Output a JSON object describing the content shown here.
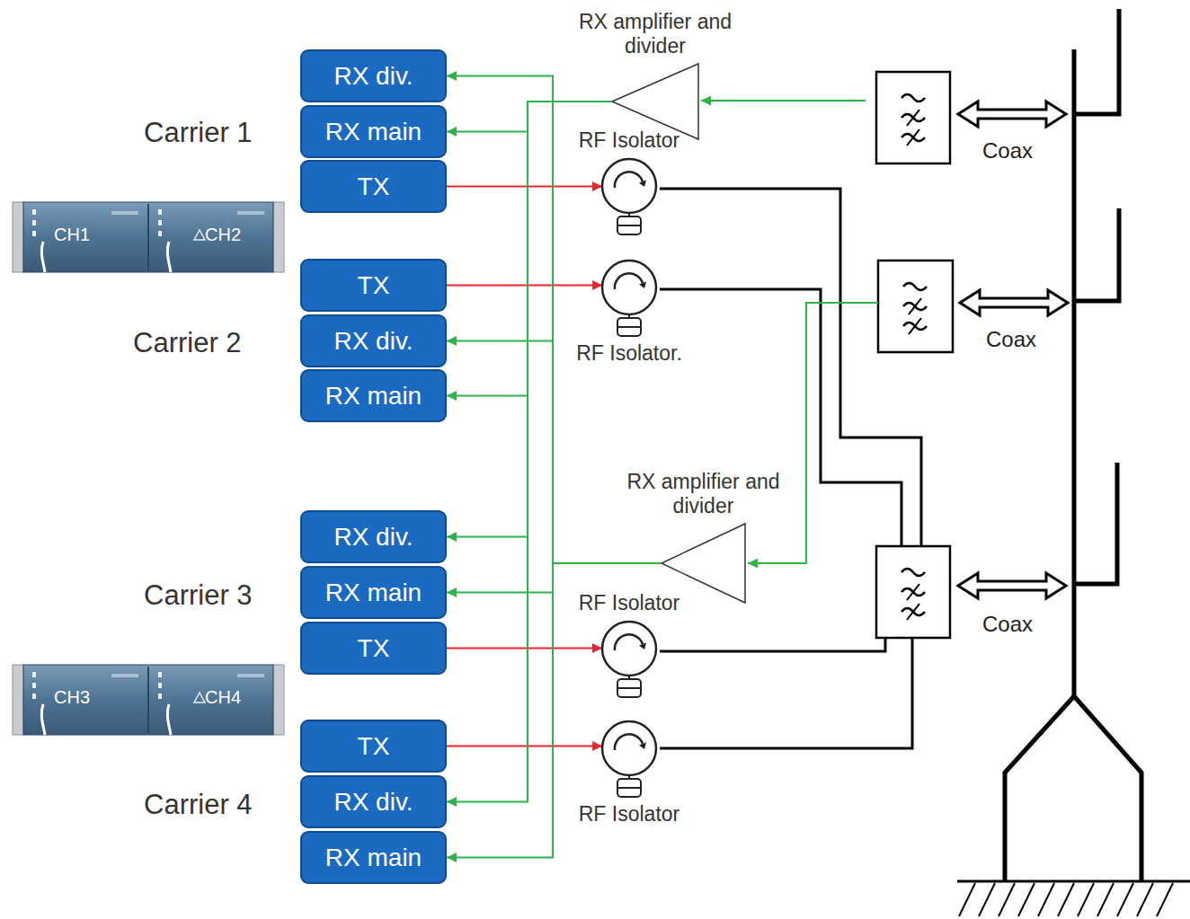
{
  "diagram": {
    "nodes": [
      {
        "text": [
          "RX div."
        ]
      },
      {
        "text": [
          "RX main"
        ]
      },
      {
        "text": [
          "TX"
        ]
      },
      {
        "text": [
          "TX"
        ]
      },
      {
        "text": [
          "RX div."
        ]
      },
      {
        "text": [
          "RX main"
        ]
      },
      {
        "text": [
          "RX div."
        ]
      },
      {
        "text": [
          "RX main"
        ]
      },
      {
        "text": [
          "TX"
        ]
      },
      {
        "text": [
          "TX"
        ]
      },
      {
        "text": [
          "RX div."
        ]
      },
      {
        "text": [
          "RX main"
        ]
      },
      {
        "text": [
          "RX amplifier and divider"
        ]
      },
      {
        "text": [
          "RF Isolator"
        ]
      },
      {
        "text": [
          "RF Isolator."
        ]
      },
      {
        "text": [
          "RX amplifier and divider"
        ]
      },
      {
        "text": [
          "RF Isolator"
        ]
      },
      {
        "text": [
          "RF Isolator"
        ]
      }
    ],
    "edges": [
      {
        "from": 2,
        "to": 13,
        "arrow": "to"
      },
      {
        "from": 3,
        "to": 14,
        "arrow": "to"
      },
      {
        "from": 8,
        "to": 16,
        "arrow": "to"
      },
      {
        "from": 9,
        "to": 17,
        "arrow": "to"
      },
      {
        "from": 12,
        "to": 1,
        "arrow": "to"
      },
      {
        "from": 12,
        "to": 5,
        "arrow": "to"
      },
      {
        "from": 12,
        "to": 6,
        "arrow": "to"
      },
      {
        "from": 12,
        "to": 10,
        "arrow": "to"
      },
      {
        "from": 15,
        "to": 0,
        "arrow": "to"
      },
      {
        "from": 15,
        "to": 4,
        "arrow": "to"
      },
      {
        "from": 15,
        "to": 7,
        "arrow": "to"
      },
      {
        "from": 15,
        "to": 11,
        "arrow": "to"
      }
    ],
    "labels": [
      "Carrier 1",
      "Carrier 2",
      "Carrier 3",
      "Carrier 4",
      "CH1",
      "CH2",
      "CH3",
      "CH4",
      "Coax",
      "Coax",
      "Coax"
    ]
  }
}
